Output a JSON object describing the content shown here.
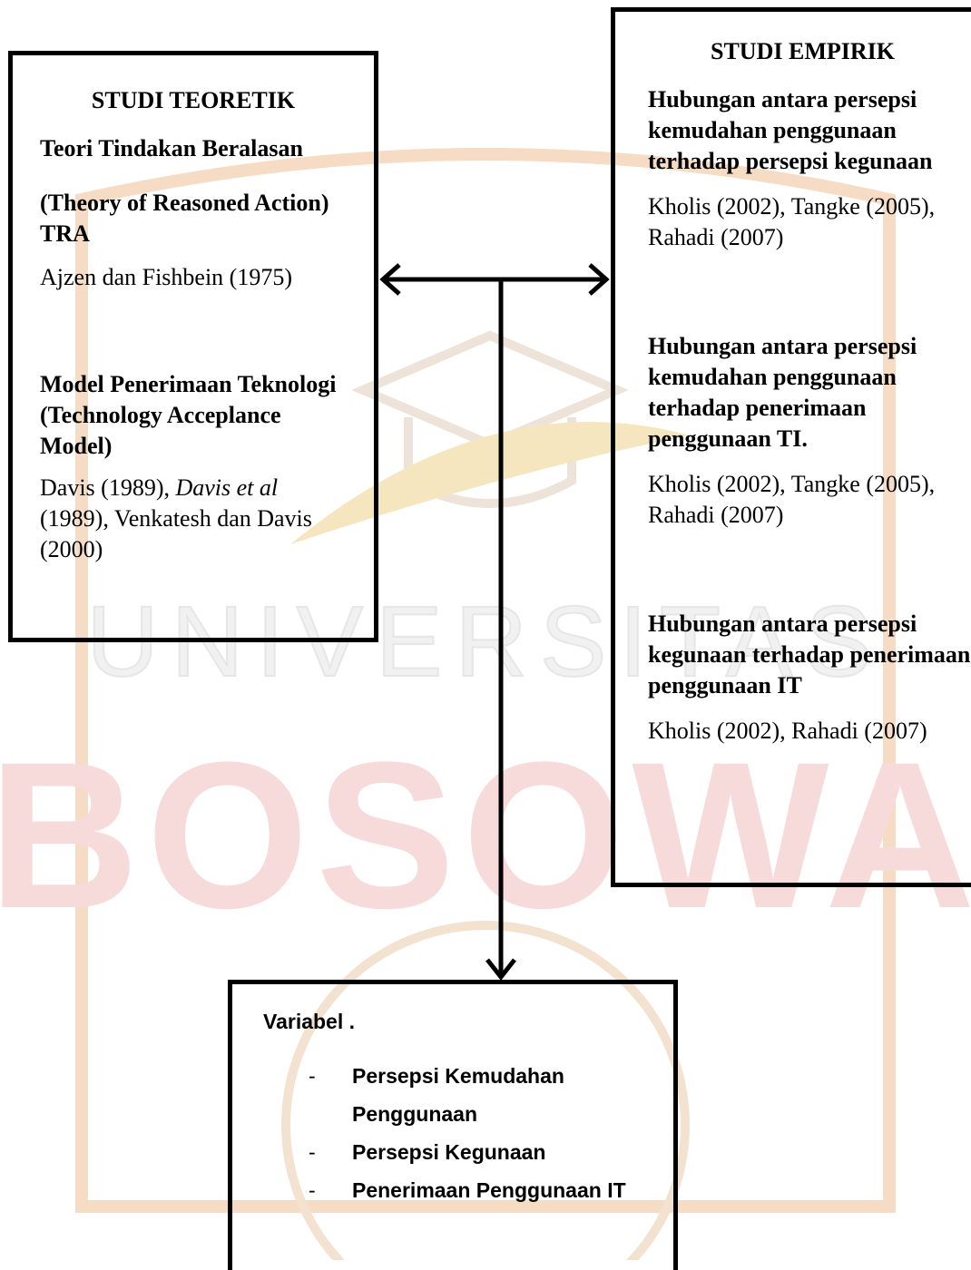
{
  "watermark": {
    "line1": "UNIVERSITAS",
    "line2": "BOSOWA",
    "color": "#f3d0cf"
  },
  "left_box": {
    "header": "STUDI TEOREТIK",
    "theory1_title": "Teori Tindakan Beralasan",
    "theory1_subtitle": "(Theory of Reasoned Action) TRA",
    "theory1_authors": "Ajzen dan Fishbein (1975)",
    "model_title": "Model Penerimaan Teknologi  (Technology Acceplance Model)",
    "model_ref_a": "Davis (1989), ",
    "model_ref_italic": "Davis et al",
    "model_ref_b": " (1989), Venkatesh dan Davis (2000)"
  },
  "right_box": {
    "header": "STUDI EMPIRIK",
    "items": [
      {
        "title": "Hubungan antara persepsi kemudahan penggunaan terhadap persepsi kegunaan",
        "refs": "Kholis (2002), Tangke (2005), Rahadi (2007)"
      },
      {
        "title": "Hubungan antara persepsi kemudahan penggunaan terhadap penerimaan penggunaan TI.",
        "refs": "Kholis (2002), Tangke (2005), Rahadi (2007)"
      },
      {
        "title": "Hubungan antara persepsi kegunaan terhadap penerimaan penggunaan IT",
        "refs": "Kholis (2002), Rahadi (2007)"
      }
    ]
  },
  "bottom_box": {
    "title": "Variabel .",
    "dash": "-",
    "items": [
      "Persepsi Kemudahan Penggunaan",
      "Persepsi Kegunaan",
      "Penerimaan Penggunaan IT"
    ]
  }
}
